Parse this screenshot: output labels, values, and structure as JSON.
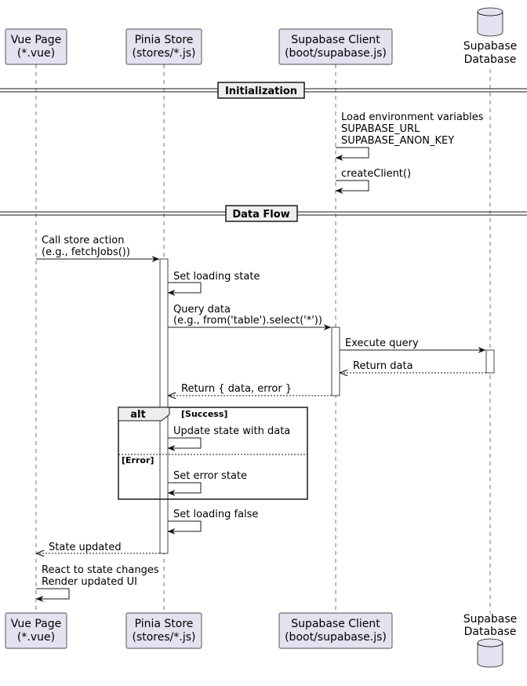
{
  "colors": {
    "participant_fill": "#E2E2F0",
    "stroke": "#181818",
    "separator_fill": "#EEEEEE",
    "activation_fill": "#FFFFFF"
  },
  "participants": {
    "vue": {
      "line1": "Vue Page",
      "line2": "(*.vue)"
    },
    "pinia": {
      "line1": "Pinia Store",
      "line2": "(stores/*.js)"
    },
    "client": {
      "line1": "Supabase Client",
      "line2": "(boot/supabase.js)"
    },
    "db": {
      "line1": "Supabase",
      "line2": "Database"
    }
  },
  "separators": {
    "init": "Initialization",
    "flow": "Data Flow"
  },
  "messages": {
    "load_env": [
      "Load environment variables",
      "SUPABASE_URL",
      "SUPABASE_ANON_KEY"
    ],
    "create_client": "createClient()",
    "call_store": [
      "Call store action",
      "(e.g., fetchJobs())"
    ],
    "set_loading": "Set loading state",
    "query_data": [
      "Query data",
      "(e.g., from('table').select('*'))"
    ],
    "execute_query": "Execute query",
    "return_data": "Return data",
    "return_result": "Return { data, error }",
    "update_state": "Update state with data",
    "set_error": "Set error state",
    "set_loading_false": "Set loading false",
    "state_updated": "State updated",
    "react": [
      "React to state changes",
      "Render updated UI"
    ]
  },
  "alt": {
    "keyword": "alt",
    "success_guard": "[Success]",
    "error_guard": "[Error]"
  }
}
